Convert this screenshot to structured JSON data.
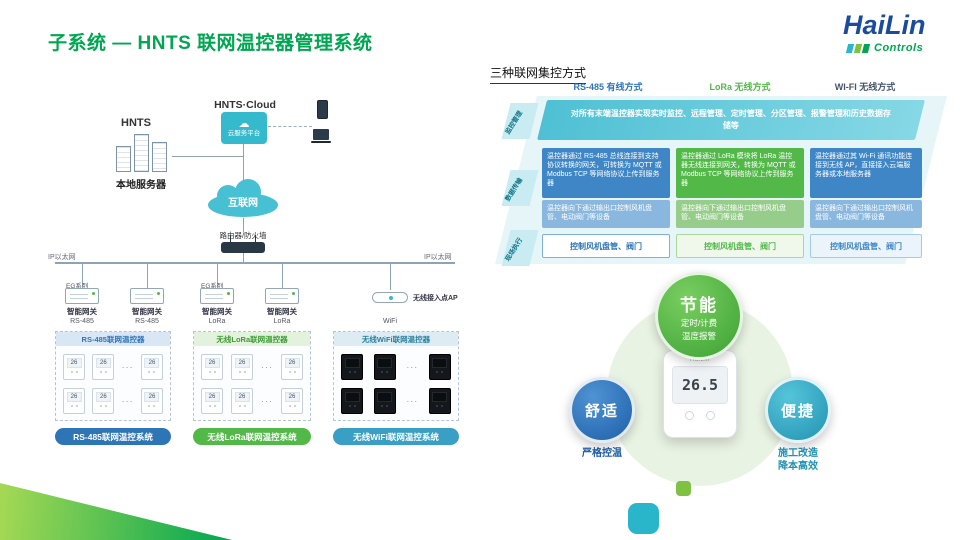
{
  "slide": {
    "title": "子系统 — HNTS 联网温控器管理系统",
    "logo": {
      "name": "HaiLin",
      "sub": "Controls"
    }
  },
  "diagram": {
    "cloud_title": "HNTS·Cloud",
    "cloud_box": "云服务平台",
    "hnts": "HNTS",
    "local_server": "本地服务器",
    "internet": "互联网",
    "router": "路由器/防火墙",
    "ethernet": "IP以太网",
    "eg_series": "EG系列",
    "gateway": "智能网关",
    "ap": "无线接入点AP",
    "ports": {
      "rs485": "RS-485",
      "lora": "LoRa",
      "wifi": "WiFi"
    },
    "tstat_display": "26",
    "ellipsis": "···",
    "icons": {
      "cloud": "☁"
    },
    "groups": [
      {
        "label": "RS-485联网温控器"
      },
      {
        "label": "无线LoRa联网温控器"
      },
      {
        "label": "无线WiFi联网温控器"
      }
    ],
    "systems": [
      {
        "label": "RS-485联网温控系统"
      },
      {
        "label": "无线LoRa联网温控系统"
      },
      {
        "label": "无线WiFi联网温控系统"
      }
    ]
  },
  "table": {
    "title": "三种联网集控方式",
    "columns": [
      {
        "label": "RS-485 有线方式"
      },
      {
        "label": "LoRa 无线方式"
      },
      {
        "label": "WI-FI 无线方式"
      }
    ],
    "row_labels": [
      "监控管理",
      "数据传输",
      "现场执行"
    ],
    "monitor": "对所有末端温控器实现实时监控、远程管理、定时管理、分区管理、报警管理和历史数据存储等",
    "cells": [
      {
        "up": "温控器通过 RS-485 总线连接到支持协议转换的网关，可转换为 MQTT 或 Modbus TCP 等网络协议上传到服务器",
        "down": "温控器向下通过输出口控制风机盘管、电动阀门等设备"
      },
      {
        "up": "温控器通过 LoRa 模块将 LoRa 温控器无线连接到网关，转换为 MQTT 或 Modbus TCP 等网络协议上传到服务器",
        "down": "温控器向下通过输出口控制风机盘管、电动阀门等设备"
      },
      {
        "up": "温控器通过其 Wi-Fi 通讯功能连接到无线 AP，直接接入云端服务器或本地服务器",
        "down": "温控器向下通过输出口控制风机盘管、电动阀门等设备"
      }
    ],
    "controls": [
      "控制风机盘管、阀门",
      "控制风机盘管、阀门",
      "控制风机盘管、阀门"
    ]
  },
  "features": {
    "display": "26.5",
    "brand": "HaiLin",
    "energy": {
      "title": "节能",
      "line1": "定时/计费",
      "line2": "温度报警"
    },
    "comfort": {
      "title": "舒适",
      "line1": "严格控温"
    },
    "convenient": {
      "title": "便捷",
      "line1": "施工改造",
      "line2": "降本高效"
    }
  }
}
